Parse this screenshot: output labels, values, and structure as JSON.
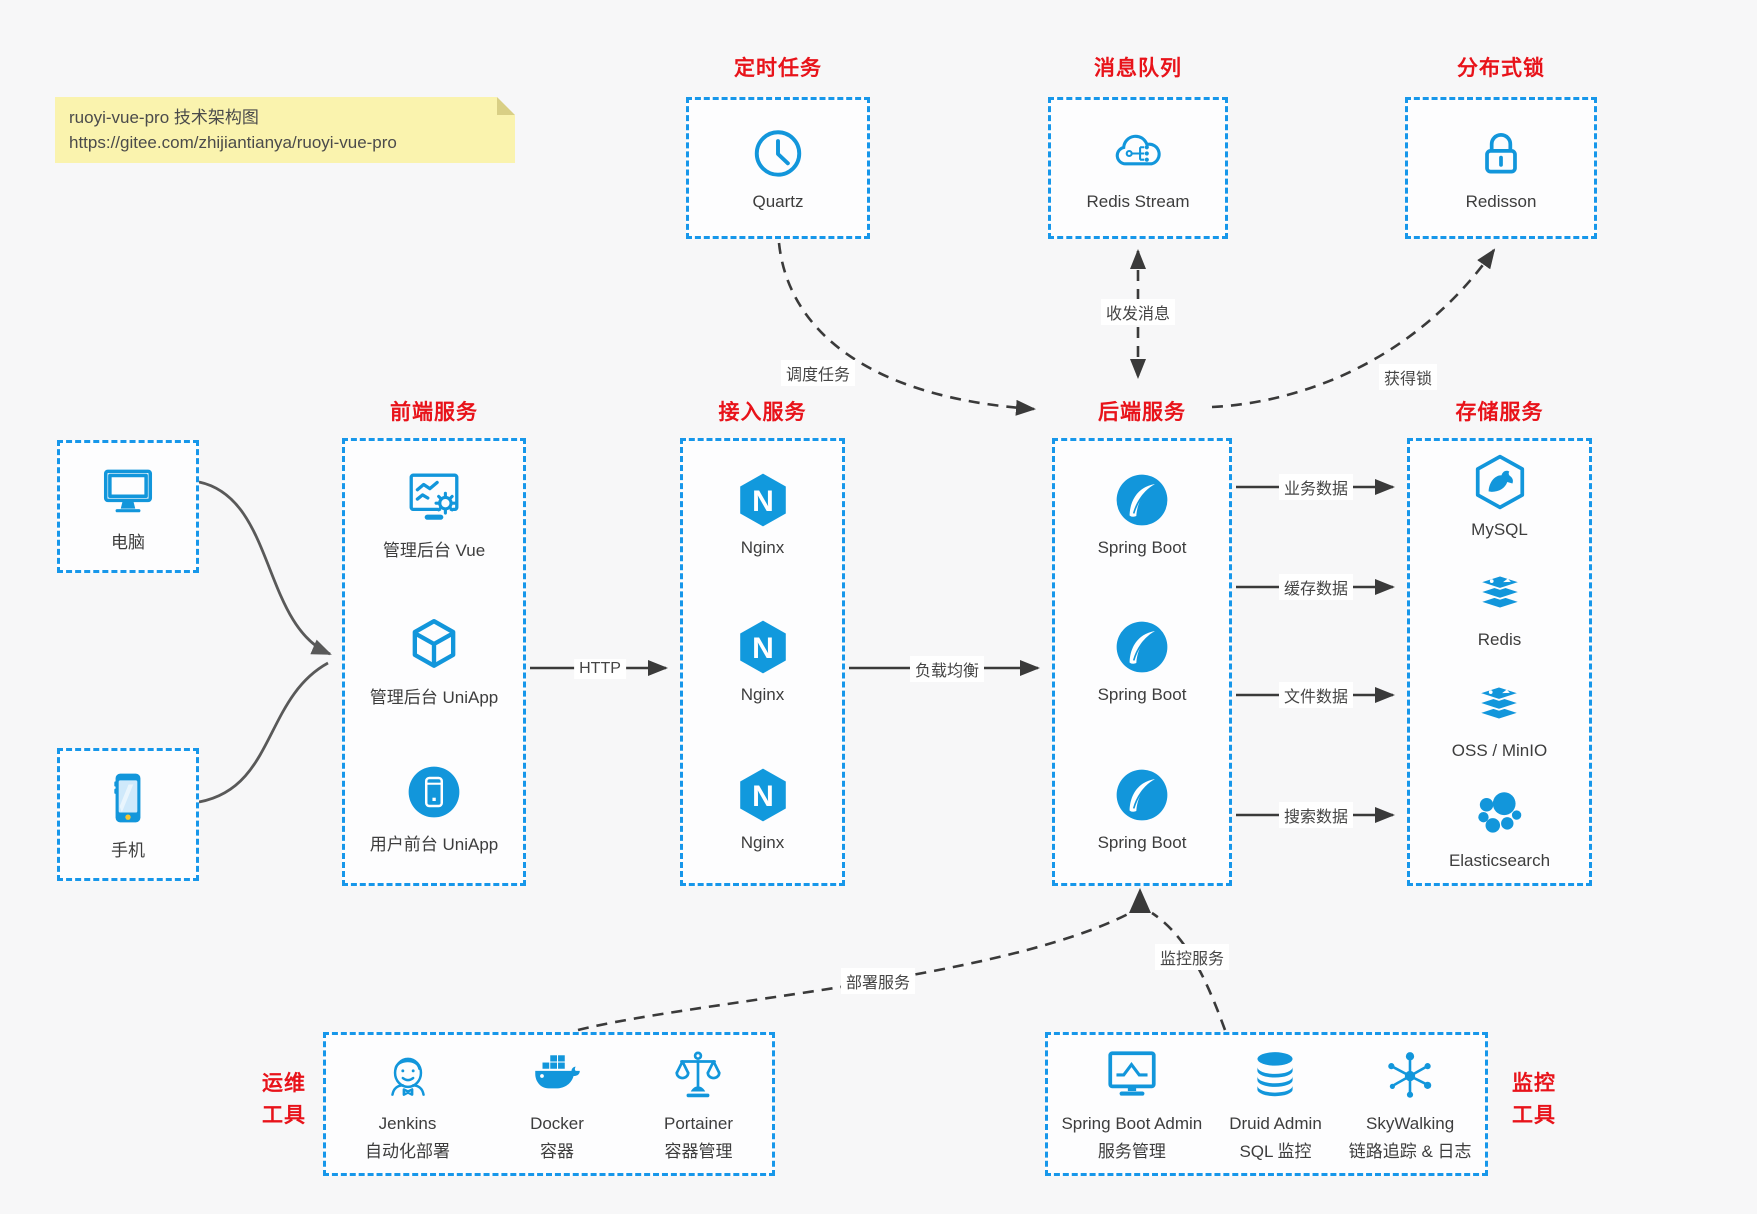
{
  "note": {
    "line1": "ruoyi-vue-pro 技术架构图",
    "line2": "https://gitee.com/zhijiantianya/ruoyi-vue-pro"
  },
  "groups": {
    "scheduler": {
      "title": "定时任务",
      "item": {
        "icon": "clock-icon",
        "label": "Quartz"
      }
    },
    "mq": {
      "title": "消息队列",
      "item": {
        "icon": "cloud-stream-icon",
        "label": "Redis Stream"
      }
    },
    "lock": {
      "title": "分布式锁",
      "item": {
        "icon": "lock-icon",
        "label": "Redisson"
      }
    },
    "clients": {
      "computer": {
        "icon": "desktop-icon",
        "label": "电脑"
      },
      "phone": {
        "icon": "smartphone-icon",
        "label": "手机"
      }
    },
    "frontend": {
      "title": "前端服务",
      "items": [
        {
          "icon": "admin-vue-icon",
          "label": "管理后台 Vue"
        },
        {
          "icon": "uniapp-cube-icon",
          "label": "管理后台 UniApp"
        },
        {
          "icon": "user-app-icon",
          "label": "用户前台 UniApp"
        }
      ]
    },
    "gateway": {
      "title": "接入服务",
      "items": [
        {
          "icon": "nginx-icon",
          "label": "Nginx"
        },
        {
          "icon": "nginx-icon",
          "label": "Nginx"
        },
        {
          "icon": "nginx-icon",
          "label": "Nginx"
        }
      ]
    },
    "backend": {
      "title": "后端服务",
      "items": [
        {
          "icon": "spring-boot-icon",
          "label": "Spring Boot"
        },
        {
          "icon": "spring-boot-icon",
          "label": "Spring Boot"
        },
        {
          "icon": "spring-boot-icon",
          "label": "Spring Boot"
        }
      ]
    },
    "storage": {
      "title": "存储服务",
      "items": [
        {
          "icon": "mysql-icon",
          "label": "MySQL"
        },
        {
          "icon": "redis-stack-icon",
          "label": "Redis"
        },
        {
          "icon": "redis-stack-icon",
          "label": "OSS / MinIO"
        },
        {
          "icon": "elasticsearch-icon",
          "label": "Elasticsearch"
        }
      ]
    },
    "ops": {
      "title": "运维\n工具",
      "items": [
        {
          "icon": "jenkins-icon",
          "label": "Jenkins",
          "sublabel": "自动化部署"
        },
        {
          "icon": "docker-icon",
          "label": "Docker",
          "sublabel": "容器"
        },
        {
          "icon": "portainer-icon",
          "label": "Portainer",
          "sublabel": "容器管理"
        }
      ]
    },
    "monitoring": {
      "title": "监控\n工具",
      "items": [
        {
          "icon": "spring-boot-admin-icon",
          "label": "Spring Boot Admin",
          "sublabel": "服务管理"
        },
        {
          "icon": "druid-icon",
          "label": "Druid Admin",
          "sublabel": "SQL 监控"
        },
        {
          "icon": "skywalking-icon",
          "label": "SkyWalking",
          "sublabel": "链路追踪 & 日志"
        }
      ]
    }
  },
  "edges": {
    "http": "HTTP",
    "load_balance": "负载均衡",
    "business_data": "业务数据",
    "cache_data": "缓存数据",
    "file_data": "文件数据",
    "search_data": "搜索数据",
    "schedule_job": "调度任务",
    "send_receive_message": "收发消息",
    "acquire_lock": "获得锁",
    "deploy_service": "部署服务",
    "monitor_service": "监控服务"
  },
  "colors": {
    "background": "#f7f7f8",
    "dashed_border": "#1797ea",
    "icon_blue": "#1296db",
    "title_red": "#e8131a",
    "note_background": "#faf3ae",
    "arrow_dark": "#3a3a3a",
    "arrow_gray": "#595959"
  }
}
